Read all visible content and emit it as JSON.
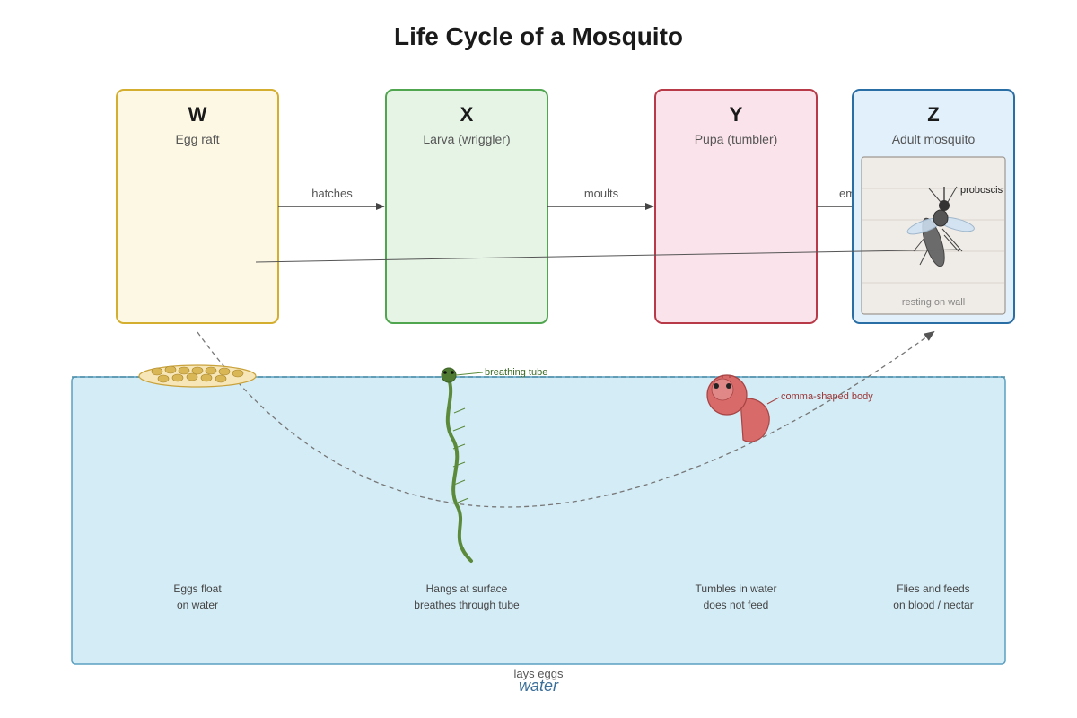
{
  "title": "Life Cycle of a Mosquito",
  "stages": [
    {
      "letter": "W",
      "name": "Egg raft",
      "desc_line1": "Eggs float",
      "desc_line2": "on water",
      "fill": "#fdf8e4",
      "stroke": "#d4ae2e"
    },
    {
      "letter": "X",
      "name": "Larva (wriggler)",
      "desc_line1": "Hangs at surface",
      "desc_line2": "breathes through tube",
      "fill": "#e6f4e6",
      "stroke": "#4fa64f"
    },
    {
      "letter": "Y",
      "name": "Pupa (tumbler)",
      "desc_line1": "Tumbles in water",
      "desc_line2": "does not feed",
      "fill": "#fae3ea",
      "stroke": "#b83a48"
    },
    {
      "letter": "Z",
      "name": "Adult mosquito",
      "desc_line1": "Flies and feeds",
      "desc_line2": "on blood / nectar",
      "fill": "#e2f0fb",
      "stroke": "#2a6ea6"
    }
  ],
  "transitions": {
    "hatches": "hatches",
    "moults": "moults",
    "emerges_partial": "em",
    "lays_eggs": "lays eggs"
  },
  "callouts": {
    "breathing_tube": "breathing tube",
    "comma_body": "comma-shaped body",
    "proboscis": "proboscis",
    "resting": "resting on wall"
  },
  "water_label": "water",
  "colors": {
    "water_fill": "#d4ecf6",
    "water_stroke": "#5b9fc0",
    "larva": "#5a8a3a",
    "pupa": "#d86a6a",
    "egg": "#d9b656"
  }
}
